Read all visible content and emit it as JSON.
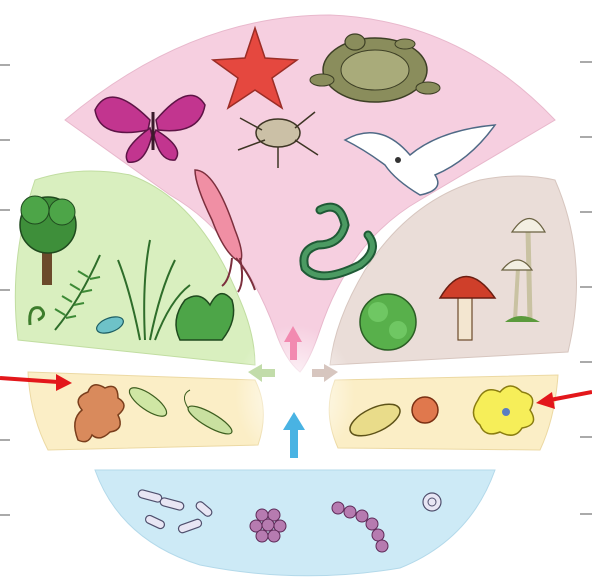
{
  "diagram": {
    "sectors": [
      {
        "id": "animals",
        "fill": "#f6cfe0",
        "organisms": [
          "starfish-icon",
          "turtle-icon",
          "butterfly-icon",
          "beetle-icon",
          "dove-icon",
          "squid-icon",
          "snake-icon"
        ]
      },
      {
        "id": "plants",
        "fill": "#d9efbf",
        "organisms": [
          "tree-icon",
          "grass-icon",
          "fern-icon",
          "moss-icon",
          "algae-icon",
          "leaf-icon"
        ]
      },
      {
        "id": "fungi",
        "fill": "#eaddd8",
        "organisms": [
          "mushroom-red-icon",
          "mushroom-white-icon",
          "moss-green-icon"
        ]
      },
      {
        "id": "protists-plant-like",
        "fill": "#fbeec6",
        "organisms": [
          "red-algae-icon",
          "euglena-icon",
          "flagellate-icon"
        ]
      },
      {
        "id": "protists-animal-like",
        "fill": "#fbeec6",
        "organisms": [
          "paramecium-icon",
          "radiolarian-icon",
          "amoeba-icon"
        ]
      },
      {
        "id": "monera",
        "fill": "#cdeaf6",
        "organisms": [
          "bacillus-icon",
          "coccus-cluster-icon",
          "streptococcus-chain-icon",
          "spiral-bacterium-icon"
        ]
      }
    ],
    "arrow_color": "#e3171b",
    "center_arrows": [
      "up-arrow-blue",
      "up-arrow-pink",
      "left-arrow-green",
      "right-arrow-gray"
    ]
  }
}
